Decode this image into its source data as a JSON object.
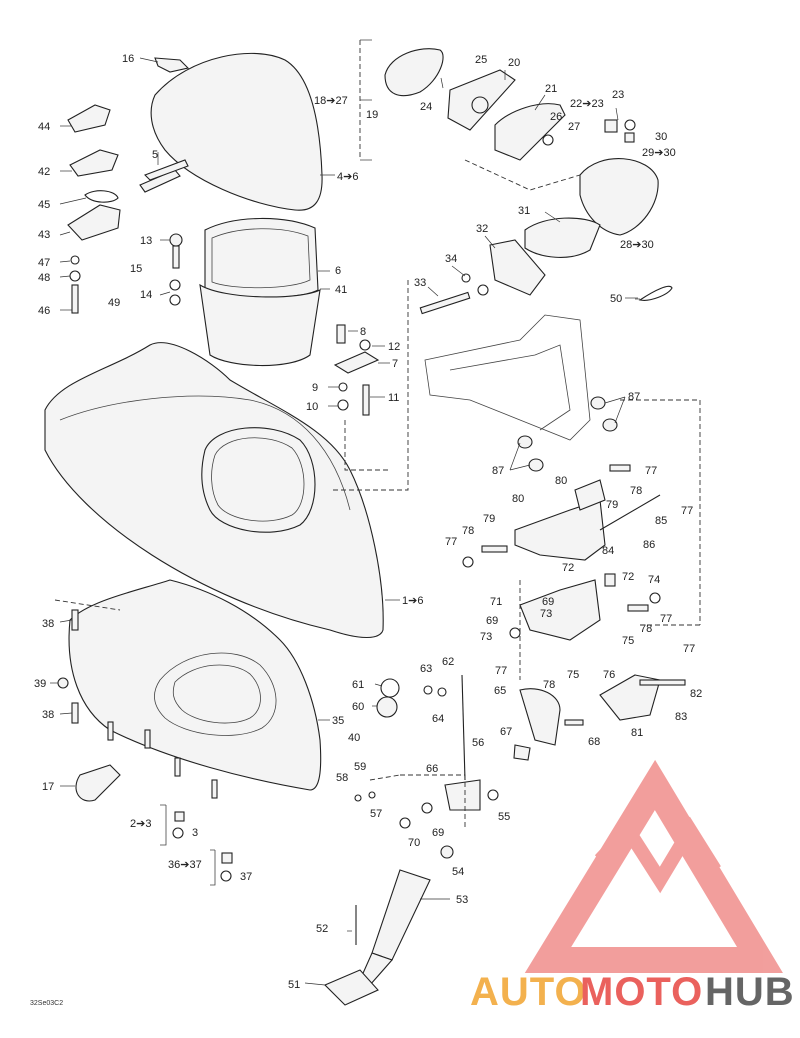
{
  "diagram": {
    "ref_code": "32Se03C2",
    "callouts": [
      {
        "id": "c16",
        "text": "16"
      },
      {
        "id": "c44",
        "text": "44"
      },
      {
        "id": "c42",
        "text": "42"
      },
      {
        "id": "c45",
        "text": "45"
      },
      {
        "id": "c43",
        "text": "43"
      },
      {
        "id": "c47",
        "text": "47"
      },
      {
        "id": "c48",
        "text": "48"
      },
      {
        "id": "c46",
        "text": "46"
      },
      {
        "id": "c49",
        "text": "49"
      },
      {
        "id": "c5",
        "text": "5"
      },
      {
        "id": "c4_6",
        "text": "4➔6"
      },
      {
        "id": "c13",
        "text": "13"
      },
      {
        "id": "c15",
        "text": "15"
      },
      {
        "id": "c14",
        "text": "14"
      },
      {
        "id": "c6",
        "text": "6"
      },
      {
        "id": "c41",
        "text": "41"
      },
      {
        "id": "c8",
        "text": "8"
      },
      {
        "id": "c12",
        "text": "12"
      },
      {
        "id": "c7",
        "text": "7"
      },
      {
        "id": "c9",
        "text": "9"
      },
      {
        "id": "c10",
        "text": "10"
      },
      {
        "id": "c11",
        "text": "11"
      },
      {
        "id": "c18_27",
        "text": "18➔27"
      },
      {
        "id": "c19",
        "text": "19"
      },
      {
        "id": "c25",
        "text": "25"
      },
      {
        "id": "c24",
        "text": "24"
      },
      {
        "id": "c20",
        "text": "20"
      },
      {
        "id": "c21",
        "text": "21"
      },
      {
        "id": "c26",
        "text": "26"
      },
      {
        "id": "c27",
        "text": "27"
      },
      {
        "id": "c22_23",
        "text": "22➔23"
      },
      {
        "id": "c23",
        "text": "23"
      },
      {
        "id": "c30",
        "text": "30"
      },
      {
        "id": "c29_30",
        "text": "29➔30"
      },
      {
        "id": "c31",
        "text": "31"
      },
      {
        "id": "c28_30",
        "text": "28➔30"
      },
      {
        "id": "c32",
        "text": "32"
      },
      {
        "id": "c34",
        "text": "34"
      },
      {
        "id": "c33",
        "text": "33"
      },
      {
        "id": "c50",
        "text": "50"
      },
      {
        "id": "c87a",
        "text": "87"
      },
      {
        "id": "c87b",
        "text": "87"
      },
      {
        "id": "c1_6",
        "text": "1➔6"
      },
      {
        "id": "c80a",
        "text": "80"
      },
      {
        "id": "c78a",
        "text": "78"
      },
      {
        "id": "c77a",
        "text": "77"
      },
      {
        "id": "c79a",
        "text": "79"
      },
      {
        "id": "c80b",
        "text": "80"
      },
      {
        "id": "c85",
        "text": "85"
      },
      {
        "id": "c77b",
        "text": "77"
      },
      {
        "id": "c78b",
        "text": "78"
      },
      {
        "id": "c79b",
        "text": "79"
      },
      {
        "id": "c77c",
        "text": "77"
      },
      {
        "id": "c84",
        "text": "84"
      },
      {
        "id": "c86",
        "text": "86"
      },
      {
        "id": "c72a",
        "text": "72"
      },
      {
        "id": "c72b",
        "text": "72"
      },
      {
        "id": "c74",
        "text": "74"
      },
      {
        "id": "c71",
        "text": "71"
      },
      {
        "id": "c69a",
        "text": "69"
      },
      {
        "id": "c73a",
        "text": "73"
      },
      {
        "id": "c77d",
        "text": "77"
      },
      {
        "id": "c78c",
        "text": "78"
      },
      {
        "id": "c69b",
        "text": "69"
      },
      {
        "id": "c75a",
        "text": "75"
      },
      {
        "id": "c73b",
        "text": "73"
      },
      {
        "id": "c38a",
        "text": "38"
      },
      {
        "id": "c39",
        "text": "39"
      },
      {
        "id": "c38b",
        "text": "38"
      },
      {
        "id": "c35",
        "text": "35"
      },
      {
        "id": "c40",
        "text": "40"
      },
      {
        "id": "c17",
        "text": "17"
      },
      {
        "id": "c2_3",
        "text": "2➔3"
      },
      {
        "id": "c3",
        "text": "3"
      },
      {
        "id": "c36_37",
        "text": "36➔37"
      },
      {
        "id": "c37",
        "text": "37"
      },
      {
        "id": "c63",
        "text": "63"
      },
      {
        "id": "c62",
        "text": "62"
      },
      {
        "id": "c61",
        "text": "61"
      },
      {
        "id": "c60",
        "text": "60"
      },
      {
        "id": "c64",
        "text": "64"
      },
      {
        "id": "c77e",
        "text": "77"
      },
      {
        "id": "c78d",
        "text": "78"
      },
      {
        "id": "c75b",
        "text": "75"
      },
      {
        "id": "c76",
        "text": "76"
      },
      {
        "id": "c77f",
        "text": "77"
      },
      {
        "id": "c82",
        "text": "82"
      },
      {
        "id": "c65",
        "text": "65"
      },
      {
        "id": "c83",
        "text": "83"
      },
      {
        "id": "c81",
        "text": "81"
      },
      {
        "id": "c67",
        "text": "67"
      },
      {
        "id": "c68",
        "text": "68"
      },
      {
        "id": "c56",
        "text": "56"
      },
      {
        "id": "c59",
        "text": "59"
      },
      {
        "id": "c58",
        "text": "58"
      },
      {
        "id": "c66",
        "text": "66"
      },
      {
        "id": "c57",
        "text": "57"
      },
      {
        "id": "c55",
        "text": "55"
      },
      {
        "id": "c69c",
        "text": "69"
      },
      {
        "id": "c70",
        "text": "70"
      },
      {
        "id": "c54",
        "text": "54"
      },
      {
        "id": "c53",
        "text": "53"
      },
      {
        "id": "c52",
        "text": "52"
      },
      {
        "id": "c51",
        "text": "51"
      }
    ]
  },
  "watermark": {
    "part1": "AUTO",
    "part2": "MOTO",
    "part3": "HUB",
    "colors": {
      "auto": "#f2a93b",
      "moto": "#e8504c",
      "hub": "#555555"
    }
  }
}
